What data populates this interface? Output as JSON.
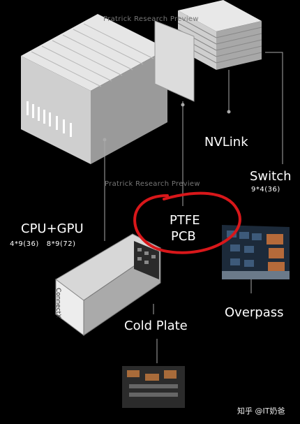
{
  "watermarks": [
    "Pratrick Research Preview",
    "Pratrick Research Preview"
  ],
  "labels": {
    "nvlink": "NVLink",
    "switch": "Switch",
    "switch_count": "9*4(36)",
    "cpu_gpu": "CPU+GPU",
    "cpu_gpu_count": "4*9(36)   8*9(72)",
    "ptfe_line1": "PTFE",
    "ptfe_line2": "PCB",
    "overpass": "Overpass",
    "cold_plate": "Cold Plate",
    "connectx": "ConnectX"
  },
  "footer": "知乎 @IT奶爸",
  "colors": {
    "annotation_circle": "#d8171a",
    "panel": "#cfcfcf",
    "background": "#000000"
  }
}
